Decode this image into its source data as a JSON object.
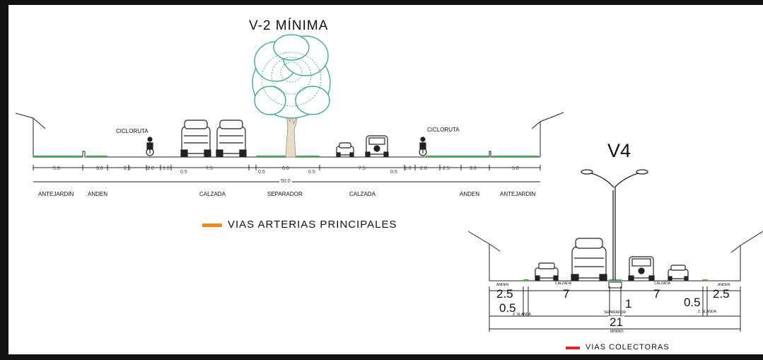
{
  "v2": {
    "title": "V-2 MÍNIMA",
    "cicloruta_left": "CICLORUTA",
    "cicloruta_right": "CICLORUTA",
    "dims": [
      "5.0",
      "3.0",
      "2.5",
      "2.0",
      "1.0",
      "0.5",
      "7.5",
      "0.5",
      "6.0",
      "0.5",
      "7.5",
      "0.5",
      "1.0",
      "2.0",
      "2.5",
      "3.0",
      "5.0"
    ],
    "total": "50.0",
    "labels": [
      "ANTEJARDIN",
      "ANDEN",
      "CALZADA",
      "SEPARADOR",
      "CALZADA",
      "ANDEN",
      "ANTEJARDIN"
    ],
    "legend": "VIAS ARTERIAS PRINCIPALES",
    "legend_color": "#f08a1c"
  },
  "v4": {
    "title": "V4",
    "anden_left": "ANDEN",
    "anden_right": "ANDEN",
    "calzada_left": "CALZADA",
    "calzada_right": "CALZADA",
    "d_anden_left": "2.5",
    "d_zv_left": "0.5",
    "zv_left": "Z. SLANDA",
    "d_calzada_left": "7",
    "d_separador": "1",
    "separador": "SEPARADOR",
    "d_calzada_right": "7",
    "d_zv_right": "0.5",
    "zv_right": "Z. SLANDA",
    "d_anden_right": "2.5",
    "total": "21",
    "total_note": "MINIMO",
    "legend": "VIAS COLECTORAS",
    "legend_color": "#e8202a"
  },
  "colors": {
    "frame": "#141210",
    "grass": "#3fae4a",
    "tree": "#1fa86a"
  }
}
